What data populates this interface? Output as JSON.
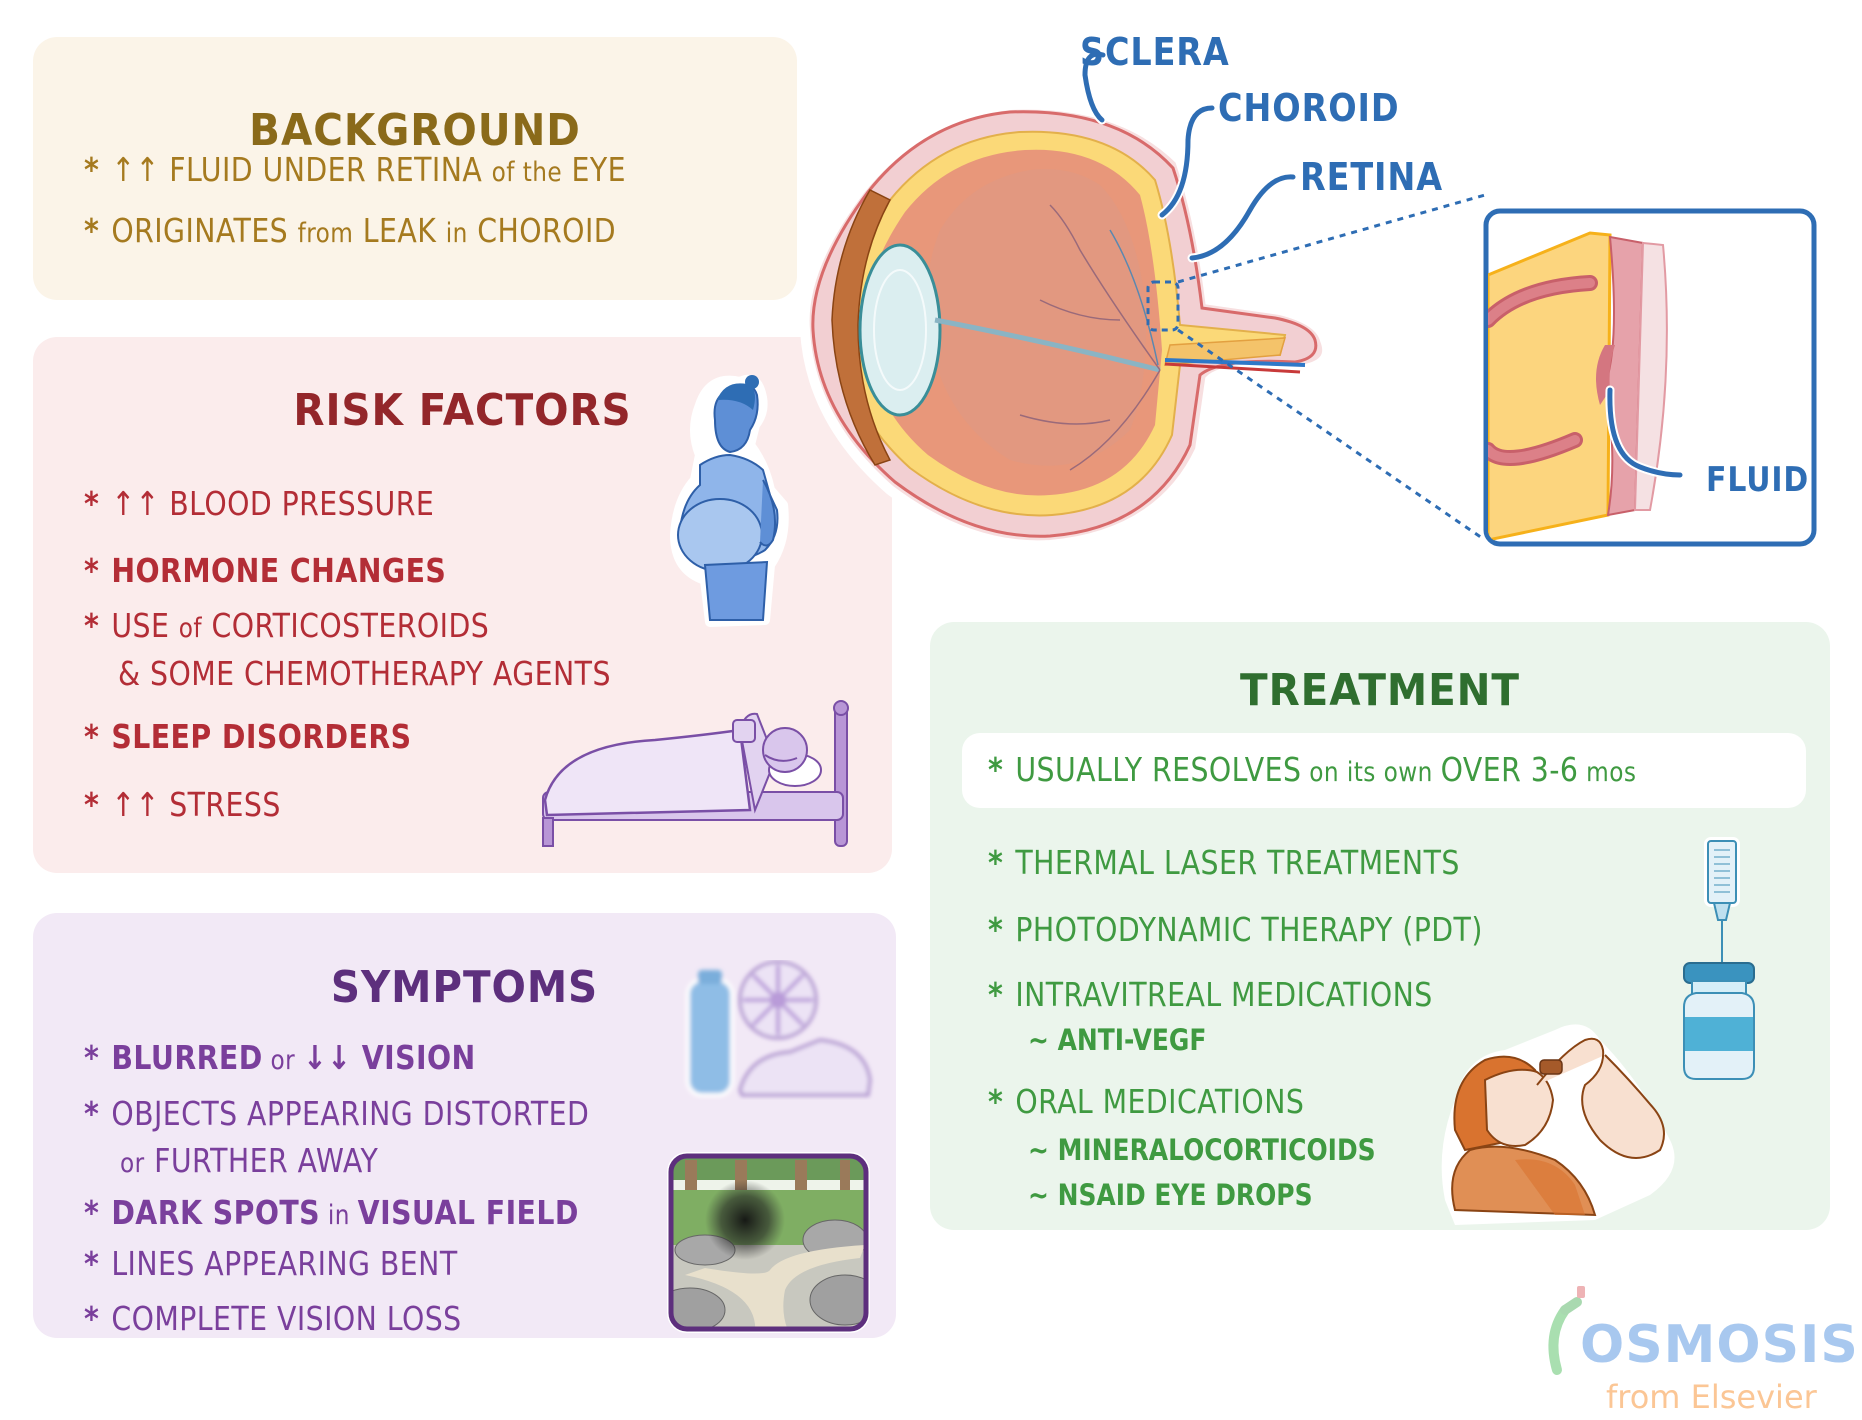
{
  "background": {
    "title": "BACKGROUND",
    "items": [
      {
        "pre": "↑↑ FLUID UNDER RETINA ",
        "mid": "of the",
        "post": " EYE"
      },
      {
        "pre": "ORIGINATES ",
        "mid": "from",
        "post": " LEAK ",
        "mid2": "in",
        "post2": " CHOROID"
      }
    ]
  },
  "risk_factors": {
    "title": "RISK FACTORS",
    "items": [
      {
        "text": "↑↑ BLOOD PRESSURE",
        "bold": false
      },
      {
        "text": "HORMONE CHANGES",
        "bold": true
      },
      {
        "pre": "USE ",
        "mid": "of",
        "post": " CORTICOSTEROIDS",
        "cont": "& SOME CHEMOTHERAPY AGENTS"
      },
      {
        "text": "SLEEP DISORDERS",
        "bold": true
      },
      {
        "text": "↑↑ STRESS",
        "bold": false
      }
    ],
    "illustrations": [
      "pregnant-woman",
      "person-sleeping-with-cpap"
    ]
  },
  "symptoms": {
    "title": "SYMPTOMS",
    "items": [
      {
        "pre": "BLURRED",
        "mid": " or ",
        "post": "↓↓ VISION"
      },
      {
        "text": "OBJECTS APPEARING DISTORTED",
        "cont_mid": "or",
        "cont": " FURTHER AWAY"
      },
      {
        "pre": "DARK SPOTS",
        "mid": " in ",
        "post": "VISUAL FIELD"
      },
      {
        "text": "LINES APPEARING BENT"
      },
      {
        "text": "COMPLETE VISION LOSS"
      }
    ],
    "illustrations": [
      "blurred-objects",
      "forest-path-dark-spot"
    ]
  },
  "treatment": {
    "title": "TREATMENT",
    "callout": {
      "pre": "USUALLY RESOLVES",
      "mid": " on its own ",
      "post": "OVER 3-6",
      "tail": " mos"
    },
    "items": [
      {
        "text": "THERMAL LASER TREATMENTS"
      },
      {
        "text": "PHOTODYNAMIC THERAPY (PDT)"
      },
      {
        "text": "INTRAVITREAL MEDICATIONS",
        "subs": [
          "~ ANTI-VEGF"
        ]
      },
      {
        "text": "ORAL MEDICATIONS",
        "subs": [
          "~ MINERALOCORTICOIDS",
          "~ NSAID EYE DROPS"
        ]
      }
    ],
    "illustrations": [
      "syringe-and-vial",
      "man-applying-eye-drops"
    ]
  },
  "eye_diagram": {
    "labels": [
      "SCLERA",
      "CHOROID",
      "RETINA"
    ],
    "inset_label": "FLUID"
  },
  "logo": {
    "name": "OSMOSIS",
    "subtitle": "from Elsevier"
  },
  "asterisk": "*",
  "colors": {
    "background_text": "#a57a1f",
    "risk_text": "#b32d36",
    "symptoms_text": "#7a3f9c",
    "treatment_text": "#3f9a41",
    "label_blue": "#2e6db4"
  }
}
